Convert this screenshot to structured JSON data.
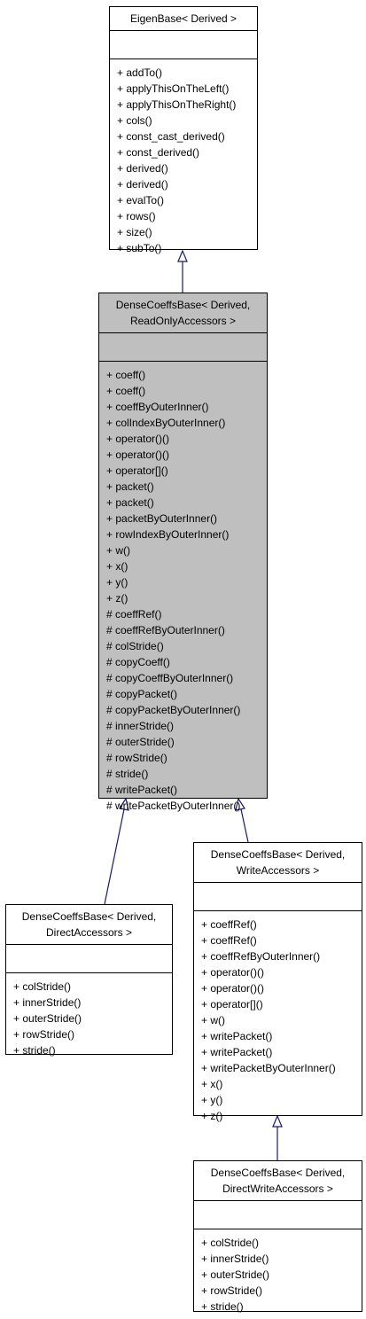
{
  "colors": {
    "edge": "#191970",
    "focus_fill": "#bfbfbf",
    "box_fill": "#ffffff"
  },
  "classes": {
    "eigen_base": {
      "title": [
        "EigenBase< Derived >"
      ],
      "methods": [
        "+ addTo()",
        "+ applyThisOnTheLeft()",
        "+ applyThisOnTheRight()",
        "+ cols()",
        "+ const_cast_derived()",
        "+ const_derived()",
        "+ derived()",
        "+ derived()",
        "+ evalTo()",
        "+ rows()",
        "+ size()",
        "+ subTo()"
      ]
    },
    "readonly": {
      "title": [
        "DenseCoeffsBase< Derived,",
        "ReadOnlyAccessors >"
      ],
      "methods": [
        "+ coeff()",
        "+ coeff()",
        "+ coeffByOuterInner()",
        "+ colIndexByOuterInner()",
        "+ operator()()",
        "+ operator()()",
        "+ operator[]()",
        "+ packet()",
        "+ packet()",
        "+ packetByOuterInner()",
        "+ rowIndexByOuterInner()",
        "+ w()",
        "+ x()",
        "+ y()",
        "+ z()",
        "# coeffRef()",
        "# coeffRefByOuterInner()",
        "# colStride()",
        "# copyCoeff()",
        "# copyCoeffByOuterInner()",
        "# copyPacket()",
        "# copyPacketByOuterInner()",
        "# innerStride()",
        "# outerStride()",
        "# rowStride()",
        "# stride()",
        "# writePacket()",
        "# writePacketByOuterInner()"
      ]
    },
    "direct": {
      "title": [
        "DenseCoeffsBase< Derived,",
        "DirectAccessors >"
      ],
      "methods": [
        "+ colStride()",
        "+ innerStride()",
        "+ outerStride()",
        "+ rowStride()",
        "+ stride()"
      ]
    },
    "write": {
      "title": [
        "DenseCoeffsBase< Derived,",
        "WriteAccessors >"
      ],
      "methods": [
        "+ coeffRef()",
        "+ coeffRef()",
        "+ coeffRefByOuterInner()",
        "+ operator()()",
        "+ operator()()",
        "+ operator[]()",
        "+ w()",
        "+ writePacket()",
        "+ writePacket()",
        "+ writePacketByOuterInner()",
        "+ x()",
        "+ y()",
        "+ z()"
      ]
    },
    "direct_write": {
      "title": [
        "DenseCoeffsBase< Derived,",
        "DirectWriteAccessors >"
      ],
      "methods": [
        "+ colStride()",
        "+ innerStride()",
        "+ outerStride()",
        "+ rowStride()",
        "+ stride()"
      ]
    }
  }
}
